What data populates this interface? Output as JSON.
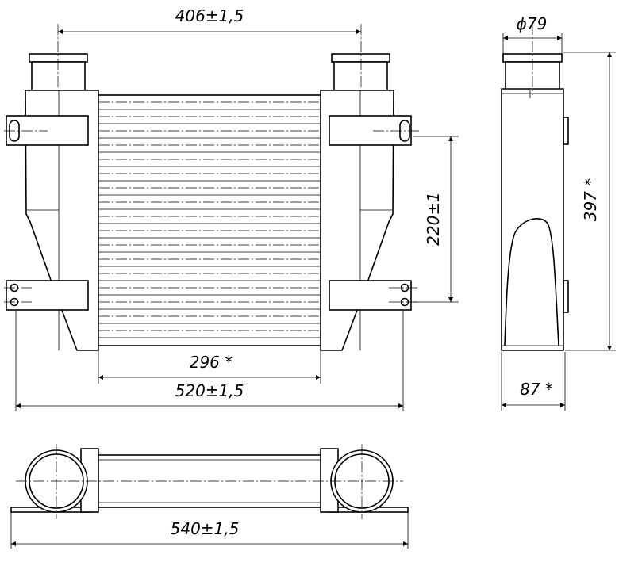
{
  "dimensions": {
    "width_top": "406±1,5",
    "diameter": "ϕ79",
    "height_right": "397 *",
    "bracket_spacing": "220±1",
    "core_width": "296  *",
    "overall_width": "520±1,5",
    "side_depth": "87  *",
    "bottom_width": "540±1,5"
  }
}
